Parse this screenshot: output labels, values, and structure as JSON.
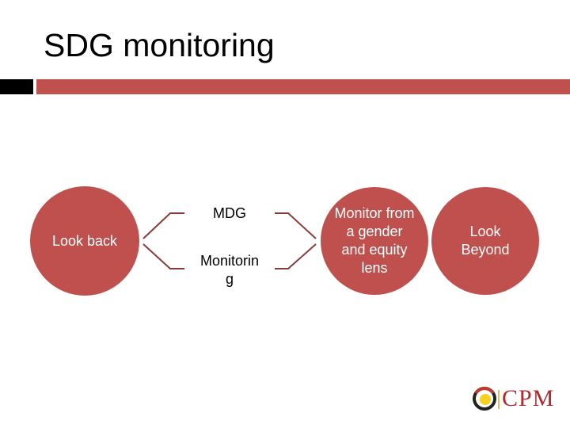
{
  "title": "SDG monitoring",
  "colors": {
    "accent": "#c0504d",
    "connector": "#8b3a3a"
  },
  "diagram": {
    "left_circle": "Look back",
    "middle_labels": [
      "MDG",
      "Monitorin\ng"
    ],
    "center_circle": "Monitor from a gender and equity lens",
    "right_circle": "Look Beyond"
  },
  "logo": {
    "text": "CPM"
  }
}
